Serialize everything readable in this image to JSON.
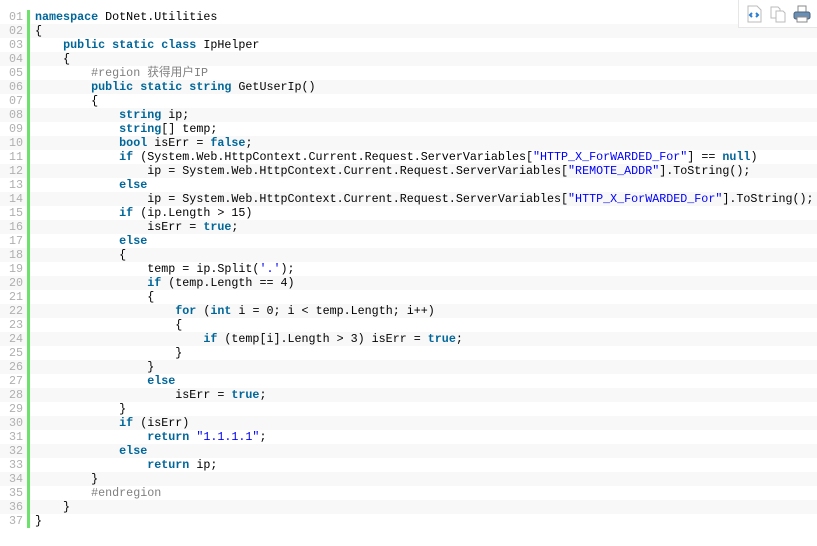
{
  "toolbar": {
    "buttons": [
      {
        "name": "view-source",
        "icon": "view-source-icon"
      },
      {
        "name": "copy",
        "icon": "copy-icon"
      },
      {
        "name": "print",
        "icon": "print-icon"
      }
    ]
  },
  "colors": {
    "keyword": "#006699",
    "string": "#0000ff",
    "comment": "#808080",
    "gutter": "#6ce26c"
  },
  "lines": [
    {
      "num": "01",
      "tokens": [
        [
          "k",
          "namespace"
        ],
        [
          "p",
          " DotNet.Utilities"
        ]
      ]
    },
    {
      "num": "02",
      "tokens": [
        [
          "p",
          "{"
        ]
      ]
    },
    {
      "num": "03",
      "tokens": [
        [
          "p",
          "    "
        ],
        [
          "k",
          "public static class"
        ],
        [
          "p",
          " IpHelper"
        ]
      ]
    },
    {
      "num": "04",
      "tokens": [
        [
          "p",
          "    {"
        ]
      ]
    },
    {
      "num": "05",
      "tokens": [
        [
          "p",
          "        "
        ],
        [
          "c",
          "#region 获得用户IP"
        ]
      ]
    },
    {
      "num": "06",
      "tokens": [
        [
          "p",
          "        "
        ],
        [
          "k",
          "public static string"
        ],
        [
          "p",
          " GetUserIp()"
        ]
      ]
    },
    {
      "num": "07",
      "tokens": [
        [
          "p",
          "        {"
        ]
      ]
    },
    {
      "num": "08",
      "tokens": [
        [
          "p",
          "            "
        ],
        [
          "k",
          "string"
        ],
        [
          "p",
          " ip;"
        ]
      ]
    },
    {
      "num": "09",
      "tokens": [
        [
          "p",
          "            "
        ],
        [
          "k",
          "string"
        ],
        [
          "p",
          "[] temp;"
        ]
      ]
    },
    {
      "num": "10",
      "tokens": [
        [
          "p",
          "            "
        ],
        [
          "k",
          "bool"
        ],
        [
          "p",
          " isErr = "
        ],
        [
          "k",
          "false"
        ],
        [
          "p",
          ";"
        ]
      ]
    },
    {
      "num": "11",
      "tokens": [
        [
          "p",
          "            "
        ],
        [
          "k",
          "if"
        ],
        [
          "p",
          " (System.Web.HttpContext.Current.Request.ServerVariables["
        ],
        [
          "s",
          "\"HTTP_X_ForWARDED_For\""
        ],
        [
          "p",
          "] == "
        ],
        [
          "k",
          "null"
        ],
        [
          "p",
          ")"
        ]
      ]
    },
    {
      "num": "12",
      "tokens": [
        [
          "p",
          "                ip = System.Web.HttpContext.Current.Request.ServerVariables["
        ],
        [
          "s",
          "\"REMOTE_ADDR\""
        ],
        [
          "p",
          "].ToString();"
        ]
      ]
    },
    {
      "num": "13",
      "tokens": [
        [
          "p",
          "            "
        ],
        [
          "k",
          "else"
        ]
      ]
    },
    {
      "num": "14",
      "tokens": [
        [
          "p",
          "                ip = System.Web.HttpContext.Current.Request.ServerVariables["
        ],
        [
          "s",
          "\"HTTP_X_ForWARDED_For\""
        ],
        [
          "p",
          "].ToString();"
        ]
      ]
    },
    {
      "num": "15",
      "tokens": [
        [
          "p",
          "            "
        ],
        [
          "k",
          "if"
        ],
        [
          "p",
          " (ip.Length > 15)"
        ]
      ]
    },
    {
      "num": "16",
      "tokens": [
        [
          "p",
          "                isErr = "
        ],
        [
          "k",
          "true"
        ],
        [
          "p",
          ";"
        ]
      ]
    },
    {
      "num": "17",
      "tokens": [
        [
          "p",
          "            "
        ],
        [
          "k",
          "else"
        ]
      ]
    },
    {
      "num": "18",
      "tokens": [
        [
          "p",
          "            {"
        ]
      ]
    },
    {
      "num": "19",
      "tokens": [
        [
          "p",
          "                temp = ip.Split("
        ],
        [
          "s",
          "'.'"
        ],
        [
          "p",
          ");"
        ]
      ]
    },
    {
      "num": "20",
      "tokens": [
        [
          "p",
          "                "
        ],
        [
          "k",
          "if"
        ],
        [
          "p",
          " (temp.Length == 4)"
        ]
      ]
    },
    {
      "num": "21",
      "tokens": [
        [
          "p",
          "                {"
        ]
      ]
    },
    {
      "num": "22",
      "tokens": [
        [
          "p",
          "                    "
        ],
        [
          "k",
          "for"
        ],
        [
          "p",
          " ("
        ],
        [
          "k",
          "int"
        ],
        [
          "p",
          " i = 0; i < temp.Length; i++)"
        ]
      ]
    },
    {
      "num": "23",
      "tokens": [
        [
          "p",
          "                    {"
        ]
      ]
    },
    {
      "num": "24",
      "tokens": [
        [
          "p",
          "                        "
        ],
        [
          "k",
          "if"
        ],
        [
          "p",
          " (temp[i].Length > 3) isErr = "
        ],
        [
          "k",
          "true"
        ],
        [
          "p",
          ";"
        ]
      ]
    },
    {
      "num": "25",
      "tokens": [
        [
          "p",
          "                    }"
        ]
      ]
    },
    {
      "num": "26",
      "tokens": [
        [
          "p",
          "                }"
        ]
      ]
    },
    {
      "num": "27",
      "tokens": [
        [
          "p",
          "                "
        ],
        [
          "k",
          "else"
        ]
      ]
    },
    {
      "num": "28",
      "tokens": [
        [
          "p",
          "                    isErr = "
        ],
        [
          "k",
          "true"
        ],
        [
          "p",
          ";"
        ]
      ]
    },
    {
      "num": "29",
      "tokens": [
        [
          "p",
          "            }"
        ]
      ]
    },
    {
      "num": "30",
      "tokens": [
        [
          "p",
          "            "
        ],
        [
          "k",
          "if"
        ],
        [
          "p",
          " (isErr)"
        ]
      ]
    },
    {
      "num": "31",
      "tokens": [
        [
          "p",
          "                "
        ],
        [
          "k",
          "return"
        ],
        [
          "p",
          " "
        ],
        [
          "s",
          "\"1.1.1.1\""
        ],
        [
          "p",
          ";"
        ]
      ]
    },
    {
      "num": "32",
      "tokens": [
        [
          "p",
          "            "
        ],
        [
          "k",
          "else"
        ]
      ]
    },
    {
      "num": "33",
      "tokens": [
        [
          "p",
          "                "
        ],
        [
          "k",
          "return"
        ],
        [
          "p",
          " ip;"
        ]
      ]
    },
    {
      "num": "34",
      "tokens": [
        [
          "p",
          "        }"
        ]
      ]
    },
    {
      "num": "35",
      "tokens": [
        [
          "p",
          "        "
        ],
        [
          "c",
          "#endregion"
        ]
      ]
    },
    {
      "num": "36",
      "tokens": [
        [
          "p",
          "    }"
        ]
      ]
    },
    {
      "num": "37",
      "tokens": [
        [
          "p",
          "}"
        ]
      ]
    }
  ]
}
